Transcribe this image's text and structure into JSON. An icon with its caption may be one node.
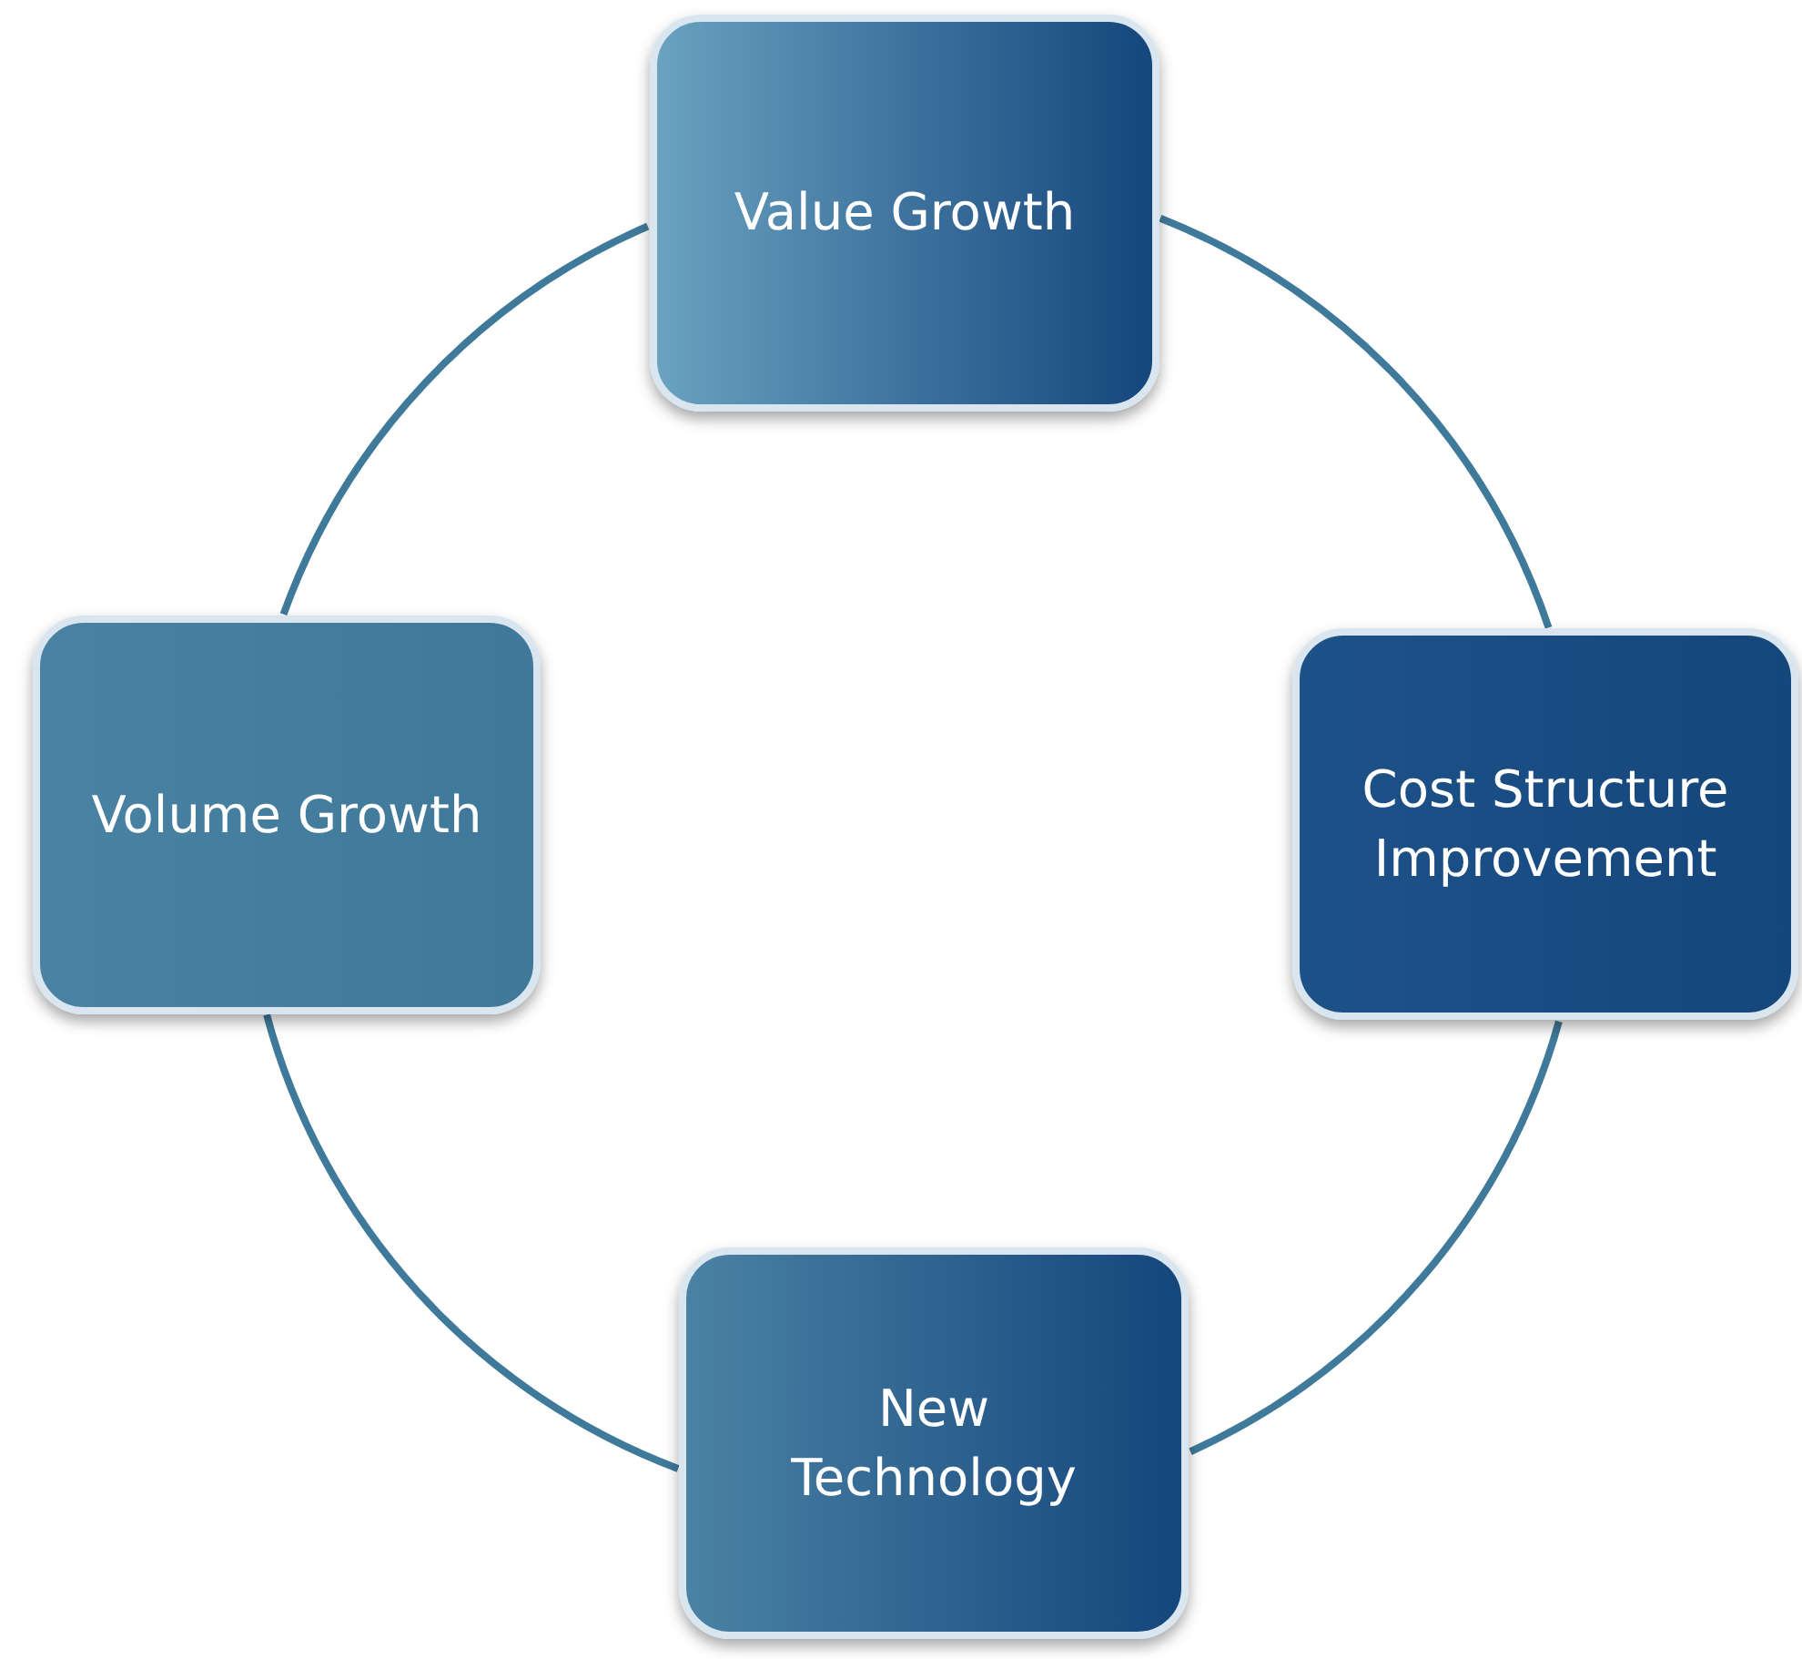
{
  "diagram": {
    "nodes": [
      {
        "text": [
          "Value Growth"
        ]
      },
      {
        "text": [
          "Volume Growth"
        ]
      },
      {
        "text": [
          "Cost Structure Improvement"
        ]
      },
      {
        "text": [
          "New Technology"
        ]
      }
    ],
    "edges": [
      {
        "from": 0,
        "to": 2,
        "arrow": "none"
      },
      {
        "from": 2,
        "to": 3,
        "arrow": "none"
      },
      {
        "from": 3,
        "to": 1,
        "arrow": "none"
      },
      {
        "from": 1,
        "to": 0,
        "arrow": "none"
      }
    ]
  }
}
